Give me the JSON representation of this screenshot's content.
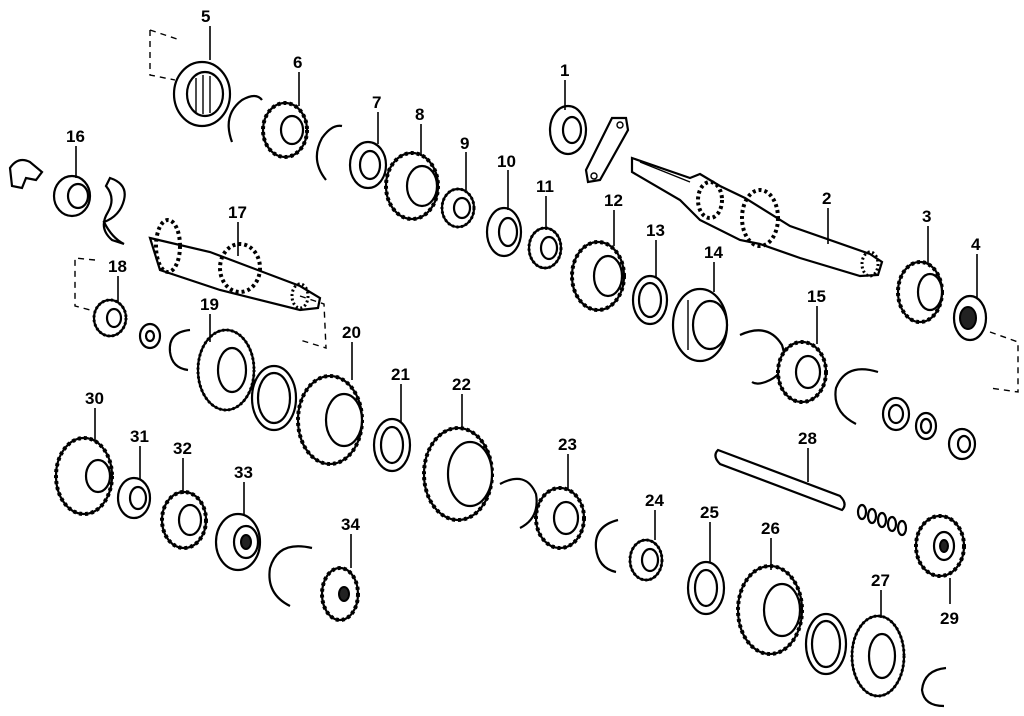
{
  "callouts": [
    {
      "id": "1",
      "label": "1"
    },
    {
      "id": "2",
      "label": "2"
    },
    {
      "id": "3",
      "label": "3"
    },
    {
      "id": "4",
      "label": "4"
    },
    {
      "id": "5",
      "label": "5"
    },
    {
      "id": "6",
      "label": "6"
    },
    {
      "id": "7",
      "label": "7"
    },
    {
      "id": "8",
      "label": "8"
    },
    {
      "id": "9",
      "label": "9"
    },
    {
      "id": "10",
      "label": "10"
    },
    {
      "id": "11",
      "label": "11"
    },
    {
      "id": "12",
      "label": "12"
    },
    {
      "id": "13",
      "label": "13"
    },
    {
      "id": "14",
      "label": "14"
    },
    {
      "id": "15",
      "label": "15"
    },
    {
      "id": "16",
      "label": "16"
    },
    {
      "id": "17",
      "label": "17"
    },
    {
      "id": "18",
      "label": "18"
    },
    {
      "id": "19",
      "label": "19"
    },
    {
      "id": "20",
      "label": "20"
    },
    {
      "id": "21",
      "label": "21"
    },
    {
      "id": "22",
      "label": "22"
    },
    {
      "id": "23",
      "label": "23"
    },
    {
      "id": "24",
      "label": "24"
    },
    {
      "id": "25",
      "label": "25"
    },
    {
      "id": "26",
      "label": "26"
    },
    {
      "id": "27",
      "label": "27"
    },
    {
      "id": "28",
      "label": "28"
    },
    {
      "id": "29",
      "label": "29"
    },
    {
      "id": "30",
      "label": "30"
    },
    {
      "id": "31",
      "label": "31"
    },
    {
      "id": "32",
      "label": "32"
    },
    {
      "id": "33",
      "label": "33"
    },
    {
      "id": "34",
      "label": "34"
    }
  ]
}
